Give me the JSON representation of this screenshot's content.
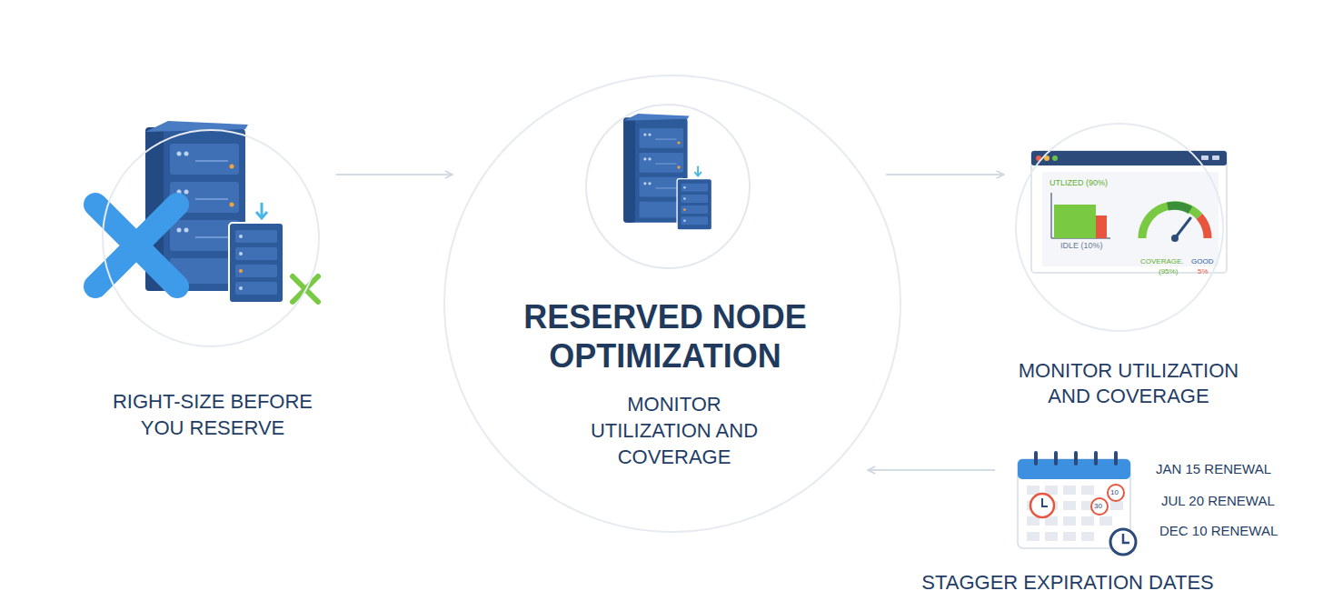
{
  "diagram": {
    "nodes": [
      {
        "text": [
          "RIGHT-SIZE BEFORE YOU RESERVE"
        ]
      },
      {
        "text": [
          "RESERVED NODE OPTIMIZATION",
          "MONITOR UTILIZATION AND COVERAGE"
        ]
      },
      {
        "text": [
          "MONITOR UTILIZATION AND COVERAGE"
        ]
      },
      {
        "text": [
          "STAGGER EXPIRATION DATES"
        ]
      }
    ],
    "edges": [
      {
        "from": 0,
        "to": 1,
        "arrow": "to"
      },
      {
        "from": 1,
        "to": 2,
        "arrow": "to"
      },
      {
        "from": 3,
        "to": 1,
        "arrow": "to"
      }
    ],
    "labels": [
      "UTLIZED (90%)",
      "IDLE (10%)",
      "COVERAGE.",
      "GOOD",
      "(95%)",
      "5%",
      "10",
      "30",
      "JAN 15 RENEWAL",
      "JUL 20 RENEWAL",
      "DEC 10 RENEWAL"
    ]
  }
}
